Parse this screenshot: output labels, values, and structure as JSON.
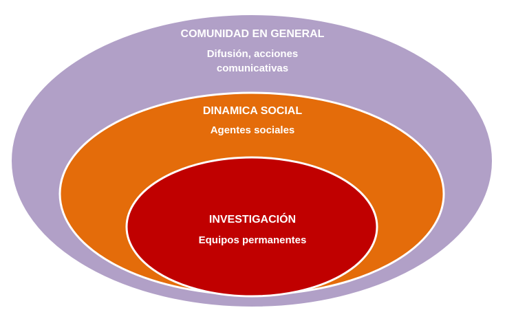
{
  "layers": [
    {
      "title": "COMUNIDAD EN GENERAL",
      "subtitle_lines": [
        "Difusión, acciones",
        "comunicativas"
      ],
      "color": "#b1a0c7"
    },
    {
      "title": "DINAMICA SOCIAL",
      "subtitle_lines": [
        "Agentes sociales"
      ],
      "color": "#e46c0a"
    },
    {
      "title": "INVESTIGACIÓN",
      "subtitle_lines": [
        "Equipos permanentes"
      ],
      "color": "#c00000"
    }
  ]
}
